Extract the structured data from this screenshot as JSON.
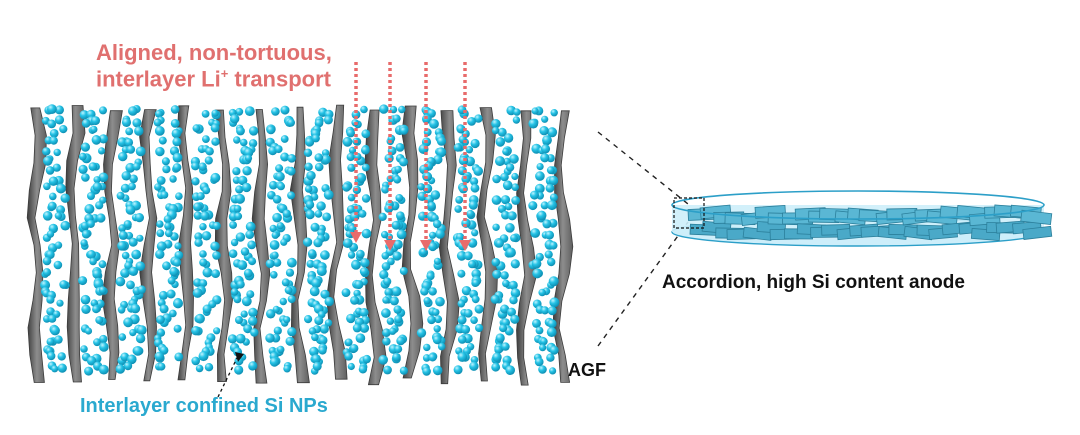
{
  "labels": {
    "transport_line1": "Aligned, non-tortuous,",
    "transport_line2_main": "interlayer Li",
    "transport_line2_sup": "+",
    "transport_line2_end": " transport",
    "si_nps": "Interlayer confined Si NPs",
    "agf": "AGF",
    "anode": "Accordion, high Si content anode"
  },
  "colors": {
    "graphene": "#5f5f5f",
    "graphene_dark": "#3c3c3c",
    "graphene_light": "#8d8d8d",
    "si_np": "#25c3e6",
    "arrow": "#e86b6b",
    "label_red": "#e0706f",
    "label_blue": "#2aa9cf",
    "disk": "#cdeefa",
    "disk_edge": "#2c9fc8"
  }
}
